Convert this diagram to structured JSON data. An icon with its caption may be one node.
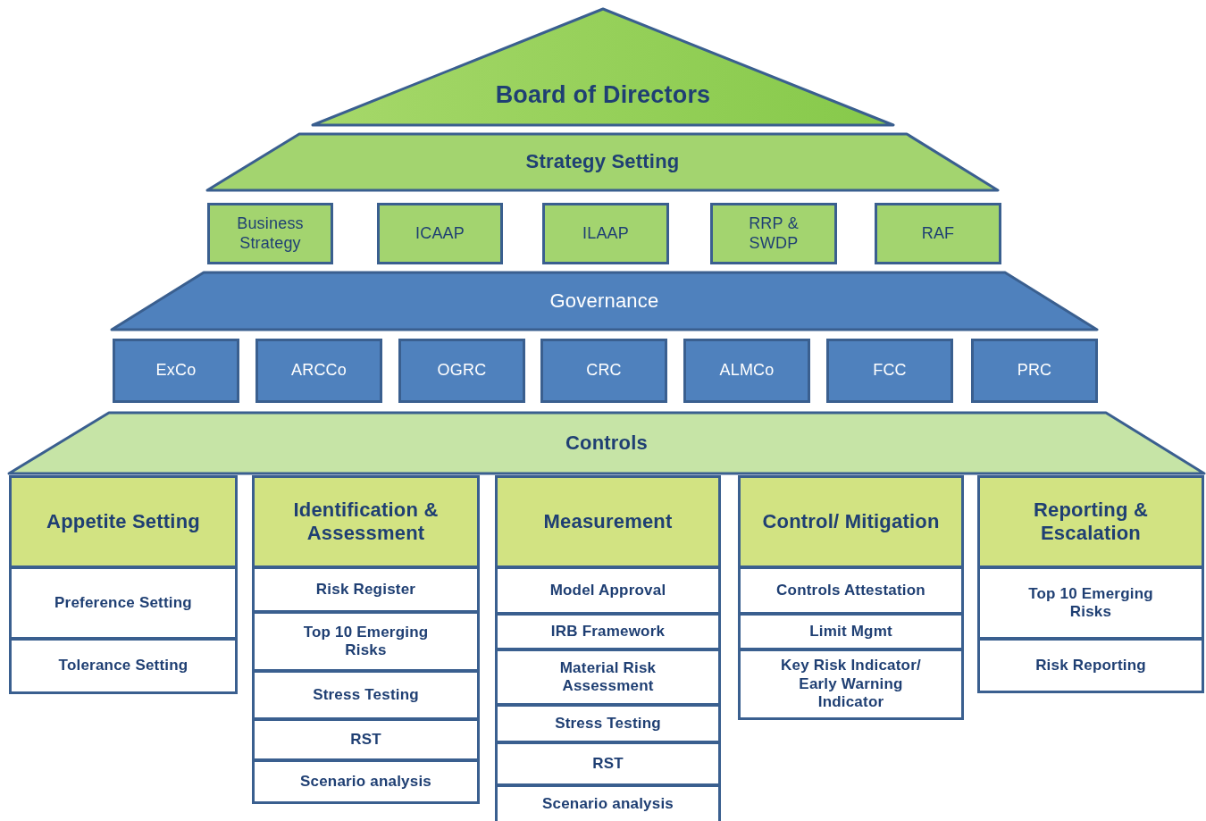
{
  "diagram": {
    "nodes": [
      {
        "text": [
          "Board of Directors"
        ]
      },
      {
        "text": [
          "Strategy Setting"
        ]
      },
      {
        "text": [
          "Business Strategy"
        ]
      },
      {
        "text": [
          "ICAAP"
        ]
      },
      {
        "text": [
          "ILAAP"
        ]
      },
      {
        "text": [
          "RRP & SWDP"
        ]
      },
      {
        "text": [
          "RAF"
        ]
      },
      {
        "text": [
          "Governance"
        ]
      },
      {
        "text": [
          "ExCo"
        ]
      },
      {
        "text": [
          "ARCCo"
        ]
      },
      {
        "text": [
          "OGRC"
        ]
      },
      {
        "text": [
          "CRC"
        ]
      },
      {
        "text": [
          "ALMCo"
        ]
      },
      {
        "text": [
          "FCC"
        ]
      },
      {
        "text": [
          "PRC"
        ]
      },
      {
        "text": [
          "Controls"
        ]
      },
      {
        "text": [
          "Appetite Setting"
        ]
      },
      {
        "text": [
          "Preference Setting"
        ]
      },
      {
        "text": [
          "Tolerance Setting"
        ]
      },
      {
        "text": [
          "Identification & Assessment"
        ]
      },
      {
        "text": [
          "Risk Register"
        ]
      },
      {
        "text": [
          "Top 10 Emerging Risks"
        ]
      },
      {
        "text": [
          "Stress Testing"
        ]
      },
      {
        "text": [
          "RST"
        ]
      },
      {
        "text": [
          "Scenario analysis"
        ]
      },
      {
        "text": [
          "Measurement"
        ]
      },
      {
        "text": [
          "Model Approval"
        ]
      },
      {
        "text": [
          "IRB Framework"
        ]
      },
      {
        "text": [
          "Material Risk Assessment"
        ]
      },
      {
        "text": [
          "Stress Testing"
        ]
      },
      {
        "text": [
          "RST"
        ]
      },
      {
        "text": [
          "Scenario analysis"
        ]
      },
      {
        "text": [
          "Control/ Mitigation"
        ]
      },
      {
        "text": [
          "Controls Attestation"
        ]
      },
      {
        "text": [
          "Limit Mgmt"
        ]
      },
      {
        "text": [
          "Key Risk Indicator/ Early Warning Indicator"
        ]
      },
      {
        "text": [
          "Reporting & Escalation"
        ]
      },
      {
        "text": [
          "Top 10 Emerging Risks"
        ]
      },
      {
        "text": [
          "Risk Reporting"
        ]
      }
    ]
  }
}
